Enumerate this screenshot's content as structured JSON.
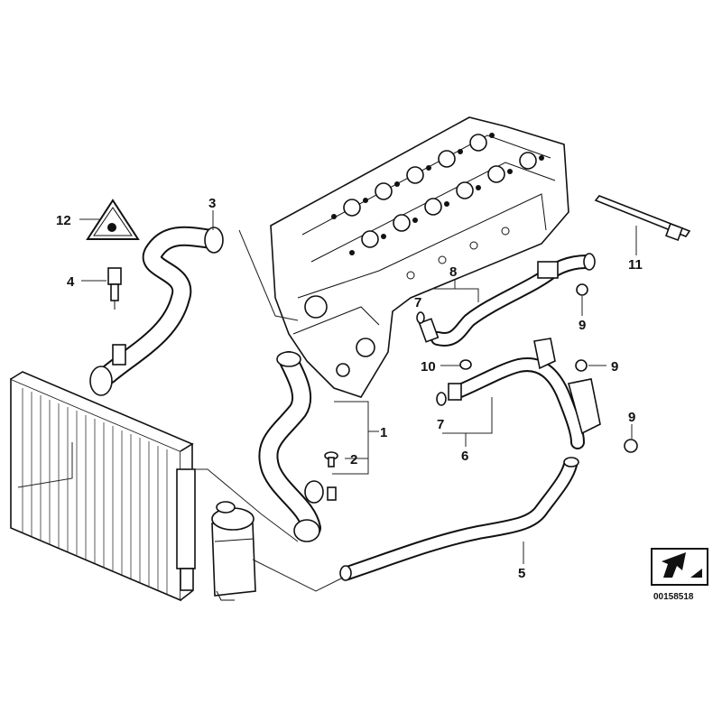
{
  "diagram": {
    "reference_code": "00158518",
    "callouts": [
      {
        "id": "c1",
        "label": "1"
      },
      {
        "id": "c2",
        "label": "2"
      },
      {
        "id": "c3",
        "label": "3"
      },
      {
        "id": "c4",
        "label": "4"
      },
      {
        "id": "c5",
        "label": "5"
      },
      {
        "id": "c6",
        "label": "6"
      },
      {
        "id": "c7a",
        "label": "7"
      },
      {
        "id": "c7b",
        "label": "7"
      },
      {
        "id": "c8",
        "label": "8"
      },
      {
        "id": "c9a",
        "label": "9"
      },
      {
        "id": "c9b",
        "label": "9"
      },
      {
        "id": "c9c",
        "label": "9"
      },
      {
        "id": "c10",
        "label": "10"
      },
      {
        "id": "c11",
        "label": "11"
      },
      {
        "id": "c12",
        "label": "12"
      }
    ]
  }
}
